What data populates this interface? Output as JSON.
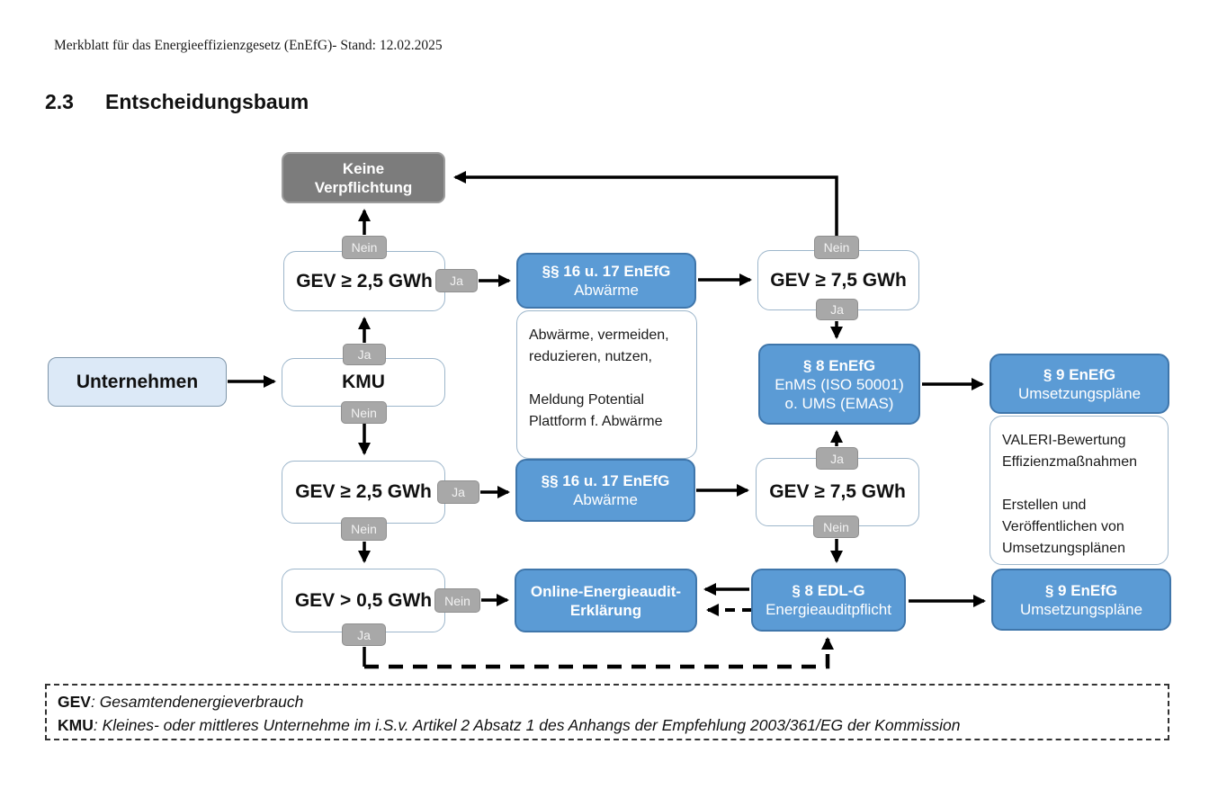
{
  "page": {
    "header_line": "Merkblatt für das Energieeffizienzgesetz (EnEfG)- Stand: 12.02.2025",
    "section_number": "2.3",
    "section_title": "Entscheidungsbaum"
  },
  "labels": {
    "ja": "Ja",
    "nein": "Nein"
  },
  "nodes": {
    "keine_verpflichtung": {
      "line1": "Keine",
      "line2": "Verpflichtung"
    },
    "unternehmen": "Unternehmen",
    "kmu": "KMU",
    "gev_25_top": "GEV ≥ 2,5 GWh",
    "gev_25_mid": "GEV ≥ 2,5 GWh",
    "gev_05": "GEV > 0,5 GWh",
    "gev_75_top": "GEV ≥ 7,5 GWh",
    "gev_75_mid": "GEV ≥ 7,5 GWh",
    "abwaerme_top": {
      "line1": "§§ 16 u. 17 EnEfG",
      "line2": "Abwärme"
    },
    "abwaerme_mid": {
      "line1": "§§ 16 u. 17 EnEfG",
      "line2": "Abwärme"
    },
    "par8_enefg": {
      "line1": "§ 8 EnEfG",
      "line2": "EnMS (ISO 50001)",
      "line3": "o. UMS (EMAS)"
    },
    "par9_top": {
      "line1": "§ 9 EnEfG",
      "line2": "Umsetzungspläne"
    },
    "par9_bottom": {
      "line1": "§ 9 EnEfG",
      "line2": "Umsetzungspläne"
    },
    "online_audit": {
      "line1": "Online-Energieaudit-",
      "line2": "Erklärung"
    },
    "par8_edlg": {
      "line1": "§ 8 EDL-G",
      "line2": "Energieauditpflicht"
    },
    "abwaerme_note": {
      "line1": "Abwärme, vermeiden,",
      "line2": "reduzieren, nutzen,",
      "line3": "Meldung Potential",
      "line4": "Plattform f. Abwärme"
    },
    "valeri_note": {
      "line1": "VALERI-Bewertung",
      "line2": "Effizienzmaßnahmen",
      "line3": "Erstellen und",
      "line4": "Veröffentlichen von",
      "line5": "Umsetzungsplänen"
    }
  },
  "legend": {
    "items": [
      {
        "term": "GEV",
        "definition": ": Gesamtendenergieverbrauch"
      },
      {
        "term": "KMU",
        "definition": ": Kleines- oder mittleres Unternehme im i.S.v. Artikel 2 Absatz 1 des Anhangs der Empfehlung 2003/361/EG der Kommission"
      }
    ]
  },
  "colors": {
    "blue_box": "#5b9bd5",
    "blue_box_border": "#3f76ab",
    "gray_box": "#7c7c7c",
    "tag_gray": "#a8a8a8",
    "light_blue_box": "#dce9f7",
    "white_box_border": "#9db6cb",
    "arrow": "#000000"
  }
}
